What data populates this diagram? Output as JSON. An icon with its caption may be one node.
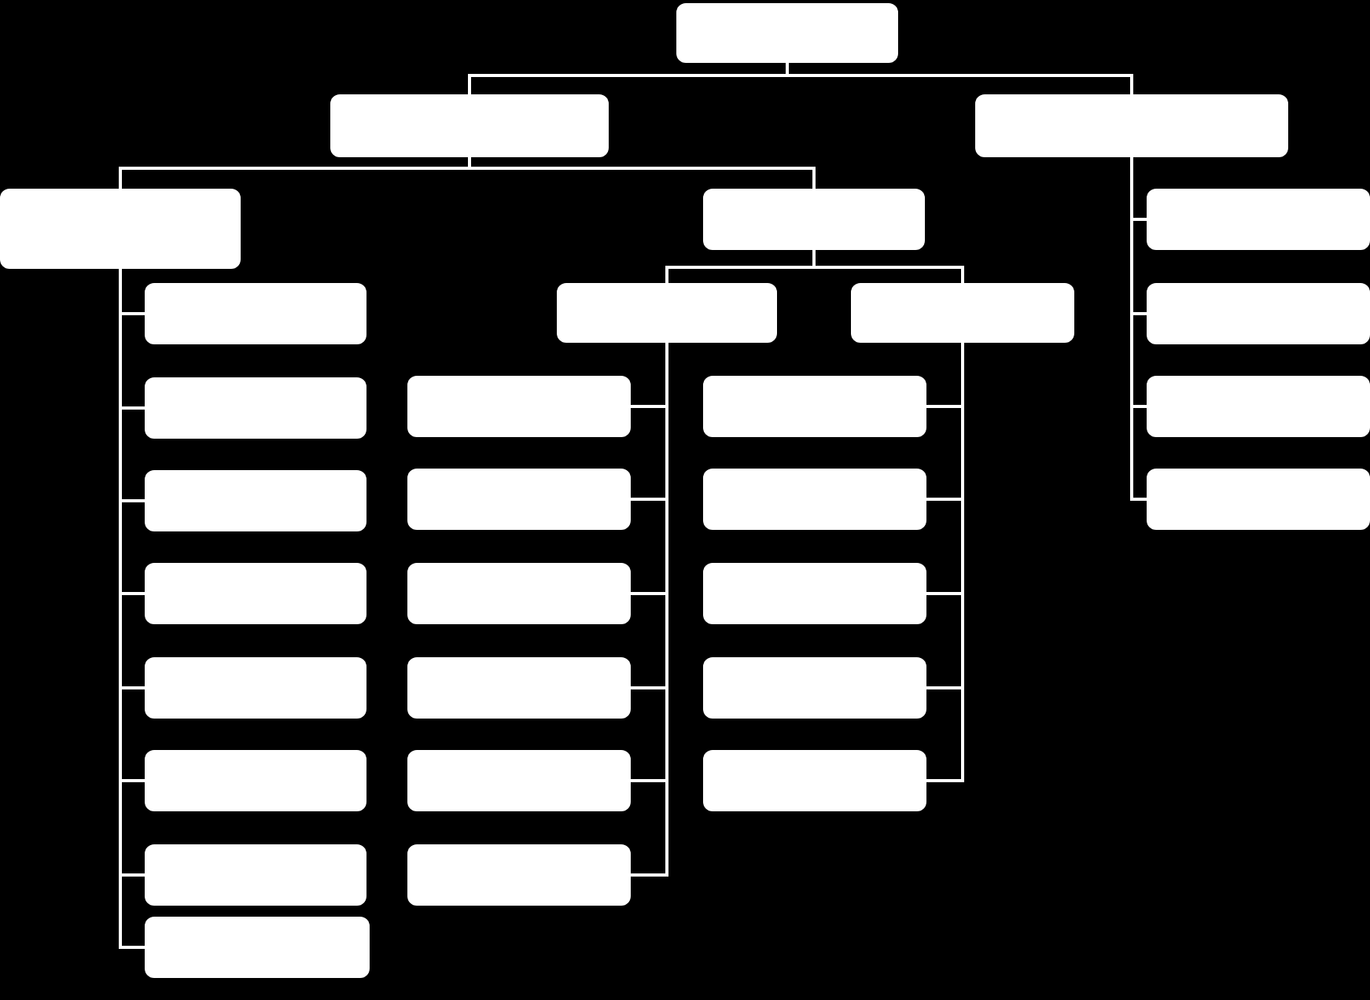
{
  "diagram": {
    "nodes": [
      {
        "text": [],
        "shape": "box"
      },
      {
        "text": [],
        "shape": "box"
      },
      {
        "text": [],
        "shape": "box"
      },
      {
        "text": [],
        "shape": "box"
      },
      {
        "text": [],
        "shape": "box"
      },
      {
        "text": [],
        "shape": "box"
      },
      {
        "text": [],
        "shape": "box"
      },
      {
        "text": [],
        "shape": "box"
      },
      {
        "text": [],
        "shape": "box"
      },
      {
        "text": [],
        "shape": "box"
      },
      {
        "text": [],
        "shape": "box"
      },
      {
        "text": [],
        "shape": "box"
      },
      {
        "text": [],
        "shape": "box"
      },
      {
        "text": [],
        "shape": "box"
      },
      {
        "text": [],
        "shape": "box"
      },
      {
        "text": [],
        "shape": "box"
      },
      {
        "text": [],
        "shape": "box"
      },
      {
        "text": [],
        "shape": "box"
      },
      {
        "text": [],
        "shape": "box"
      },
      {
        "text": [],
        "shape": "box"
      },
      {
        "text": [],
        "shape": "box"
      },
      {
        "text": [],
        "shape": "box"
      },
      {
        "text": [],
        "shape": "box"
      },
      {
        "text": [],
        "shape": "box"
      },
      {
        "text": [],
        "shape": "box"
      },
      {
        "text": [],
        "shape": "box"
      },
      {
        "text": [],
        "shape": "box"
      },
      {
        "text": [],
        "shape": "box"
      },
      {
        "text": [],
        "shape": "box"
      },
      {
        "text": [],
        "shape": "box"
      }
    ],
    "edges": [
      {
        "from": 0,
        "to": 1,
        "arrow": "none"
      },
      {
        "from": 0,
        "to": 2,
        "arrow": "none"
      },
      {
        "from": 1,
        "to": 3,
        "arrow": "none"
      },
      {
        "from": 1,
        "to": 4,
        "arrow": "none"
      },
      {
        "from": 4,
        "to": 5,
        "arrow": "none"
      },
      {
        "from": 4,
        "to": 6,
        "arrow": "none"
      },
      {
        "from": 3,
        "to": 7,
        "arrow": "none"
      },
      {
        "from": 3,
        "to": 8,
        "arrow": "none"
      },
      {
        "from": 3,
        "to": 9,
        "arrow": "none"
      },
      {
        "from": 3,
        "to": 10,
        "arrow": "none"
      },
      {
        "from": 3,
        "to": 11,
        "arrow": "none"
      },
      {
        "from": 3,
        "to": 12,
        "arrow": "none"
      },
      {
        "from": 3,
        "to": 13,
        "arrow": "none"
      },
      {
        "from": 3,
        "to": 14,
        "arrow": "none"
      },
      {
        "from": 5,
        "to": 15,
        "arrow": "none"
      },
      {
        "from": 5,
        "to": 16,
        "arrow": "none"
      },
      {
        "from": 5,
        "to": 17,
        "arrow": "none"
      },
      {
        "from": 5,
        "to": 18,
        "arrow": "none"
      },
      {
        "from": 5,
        "to": 19,
        "arrow": "none"
      },
      {
        "from": 5,
        "to": 20,
        "arrow": "none"
      },
      {
        "from": 6,
        "to": 21,
        "arrow": "none"
      },
      {
        "from": 6,
        "to": 22,
        "arrow": "none"
      },
      {
        "from": 6,
        "to": 23,
        "arrow": "none"
      },
      {
        "from": 6,
        "to": 24,
        "arrow": "none"
      },
      {
        "from": 6,
        "to": 25,
        "arrow": "none"
      },
      {
        "from": 2,
        "to": 26,
        "arrow": "none"
      },
      {
        "from": 2,
        "to": 27,
        "arrow": "none"
      },
      {
        "from": 2,
        "to": 28,
        "arrow": "none"
      },
      {
        "from": 2,
        "to": 29,
        "arrow": "none"
      }
    ]
  }
}
